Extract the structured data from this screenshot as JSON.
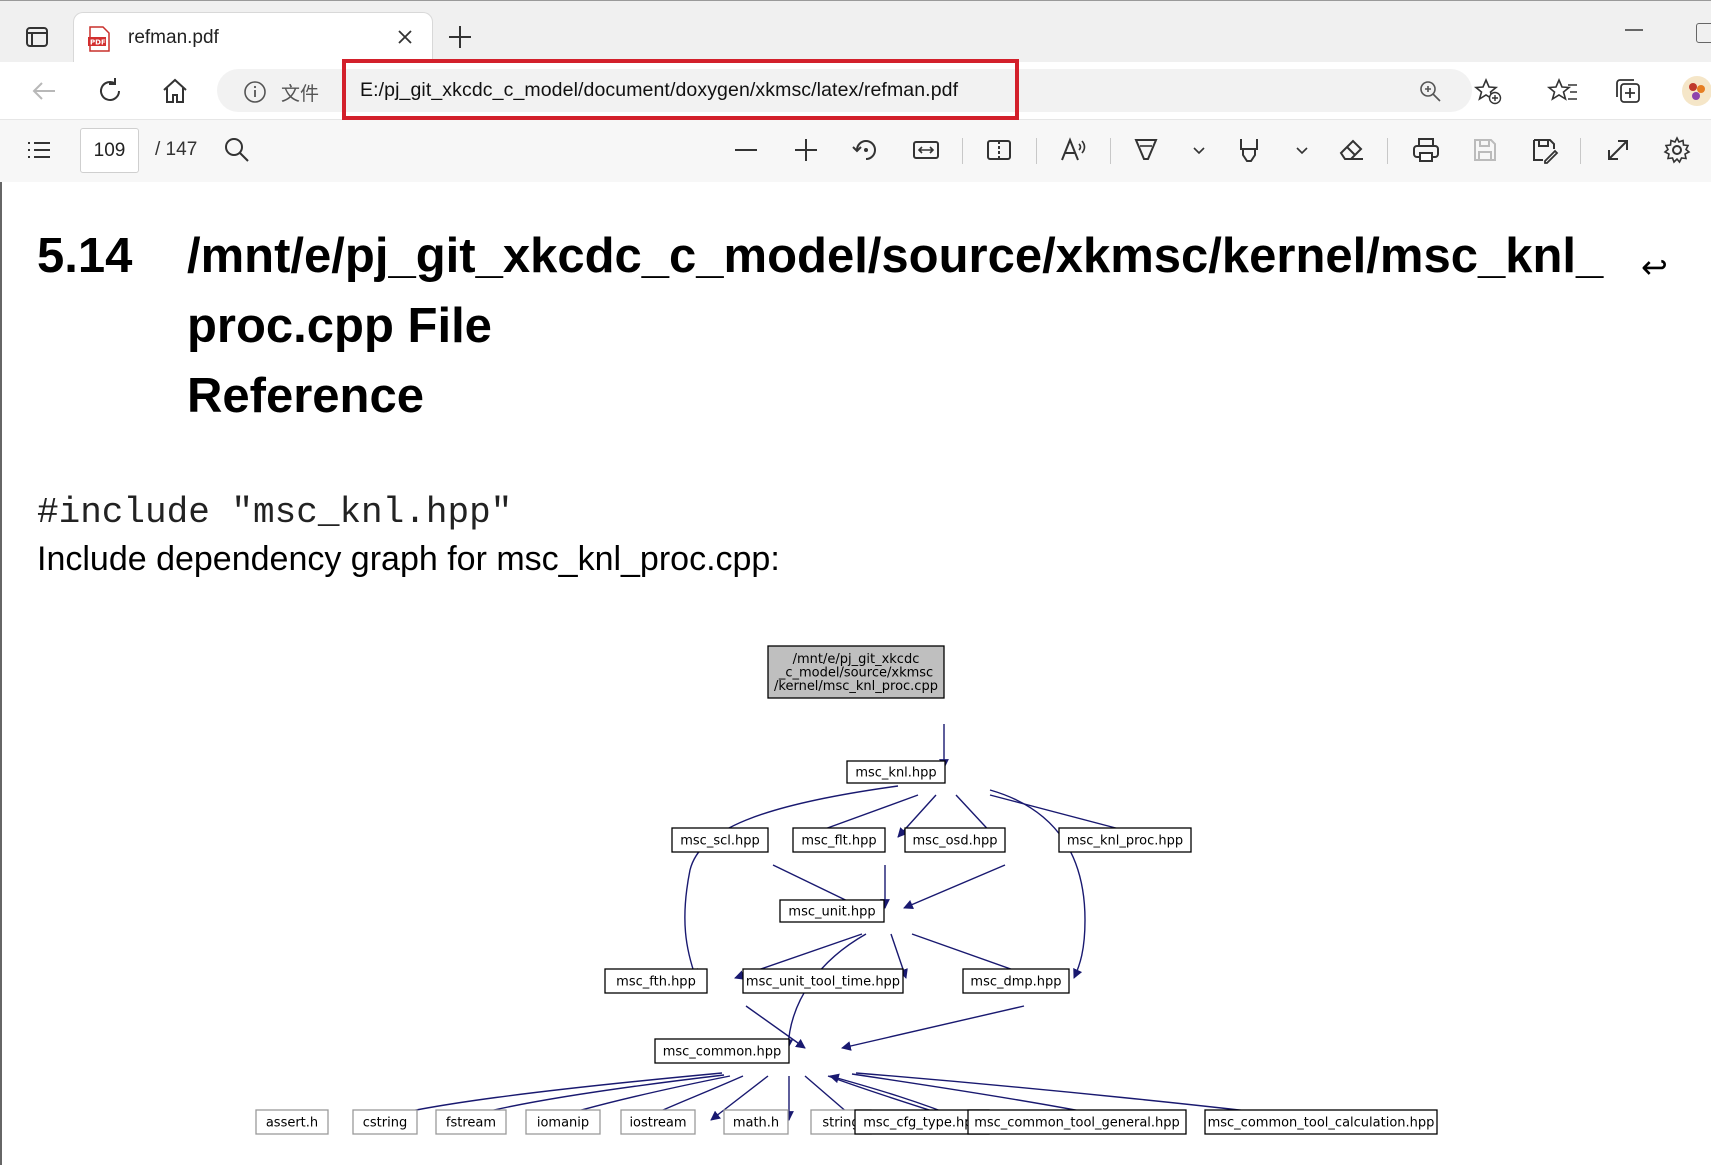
{
  "browser": {
    "tab": {
      "title": "refman.pdf"
    },
    "address": {
      "scheme_label": "文件",
      "url": "E:/pj_git_xkcdc_c_model/document/doxygen/xkmsc/latex/refman.pdf"
    }
  },
  "pdf_toolbar": {
    "page_current": "109",
    "page_total": "/ 147"
  },
  "document": {
    "section_number": "5.14",
    "title_lines": [
      "/mnt/e/pj_git_xkcdc_c_model/source/xkmsc/kernel/msc_knl_",
      "proc.cpp File",
      "Reference"
    ],
    "continuation_mark": "↩",
    "include_line": "#include \"msc_knl.hpp\"",
    "graph_caption": "Include dependency graph for msc_knl_proc.cpp:"
  },
  "graph": {
    "nodes": [
      {
        "id": "root",
        "lines": [
          "/mnt/e/pj_git_xkcdc",
          "_c_model/source/xkmsc",
          "/kernel/msc_knl_proc.cpp"
        ],
        "highlight": true
      },
      {
        "id": "knl",
        "lines": [
          "msc_knl.hpp"
        ]
      },
      {
        "id": "scl",
        "lines": [
          "msc_scl.hpp"
        ]
      },
      {
        "id": "flt",
        "lines": [
          "msc_flt.hpp"
        ]
      },
      {
        "id": "osd",
        "lines": [
          "msc_osd.hpp"
        ]
      },
      {
        "id": "kproc",
        "lines": [
          "msc_knl_proc.hpp"
        ]
      },
      {
        "id": "unit",
        "lines": [
          "msc_unit.hpp"
        ]
      },
      {
        "id": "fth",
        "lines": [
          "msc_fth.hpp"
        ]
      },
      {
        "id": "utime",
        "lines": [
          "msc_unit_tool_time.hpp"
        ]
      },
      {
        "id": "dmp",
        "lines": [
          "msc_dmp.hpp"
        ]
      },
      {
        "id": "common",
        "lines": [
          "msc_common.hpp"
        ]
      },
      {
        "id": "assert",
        "lines": [
          "assert.h"
        ],
        "leaf": true
      },
      {
        "id": "cstring",
        "lines": [
          "cstring"
        ],
        "leaf": true
      },
      {
        "id": "fstream",
        "lines": [
          "fstream"
        ],
        "leaf": true
      },
      {
        "id": "iomanip",
        "lines": [
          "iomanip"
        ],
        "leaf": true
      },
      {
        "id": "iostream",
        "lines": [
          "iostream"
        ],
        "leaf": true
      },
      {
        "id": "math",
        "lines": [
          "math.h"
        ],
        "leaf": true
      },
      {
        "id": "string",
        "lines": [
          "string"
        ],
        "leaf": true
      },
      {
        "id": "cfg",
        "lines": [
          "msc_cfg_type.hpp"
        ]
      },
      {
        "id": "gen",
        "lines": [
          "msc_common_tool_general.hpp"
        ]
      },
      {
        "id": "calc",
        "lines": [
          "msc_common_tool_calculation.hpp"
        ]
      }
    ],
    "edges": [
      [
        "root",
        "knl"
      ],
      [
        "knl",
        "scl"
      ],
      [
        "knl",
        "flt"
      ],
      [
        "knl",
        "osd"
      ],
      [
        "knl",
        "kproc"
      ],
      [
        "knl",
        "fth"
      ],
      [
        "knl",
        "dmp"
      ],
      [
        "scl",
        "unit"
      ],
      [
        "flt",
        "unit"
      ],
      [
        "osd",
        "unit"
      ],
      [
        "unit",
        "fth"
      ],
      [
        "unit",
        "utime"
      ],
      [
        "unit",
        "dmp"
      ],
      [
        "unit",
        "common"
      ],
      [
        "fth",
        "common"
      ],
      [
        "dmp",
        "common"
      ],
      [
        "common",
        "assert"
      ],
      [
        "common",
        "cstring"
      ],
      [
        "common",
        "fstream"
      ],
      [
        "common",
        "iomanip"
      ],
      [
        "common",
        "iostream"
      ],
      [
        "common",
        "math"
      ],
      [
        "common",
        "string"
      ],
      [
        "common",
        "cfg"
      ],
      [
        "common",
        "gen"
      ],
      [
        "common",
        "calc"
      ],
      [
        "cfg",
        "common"
      ]
    ]
  },
  "colors": {
    "url_highlight": "#d3202b",
    "edge": "#191970",
    "root_fill": "#bfbfbf"
  }
}
